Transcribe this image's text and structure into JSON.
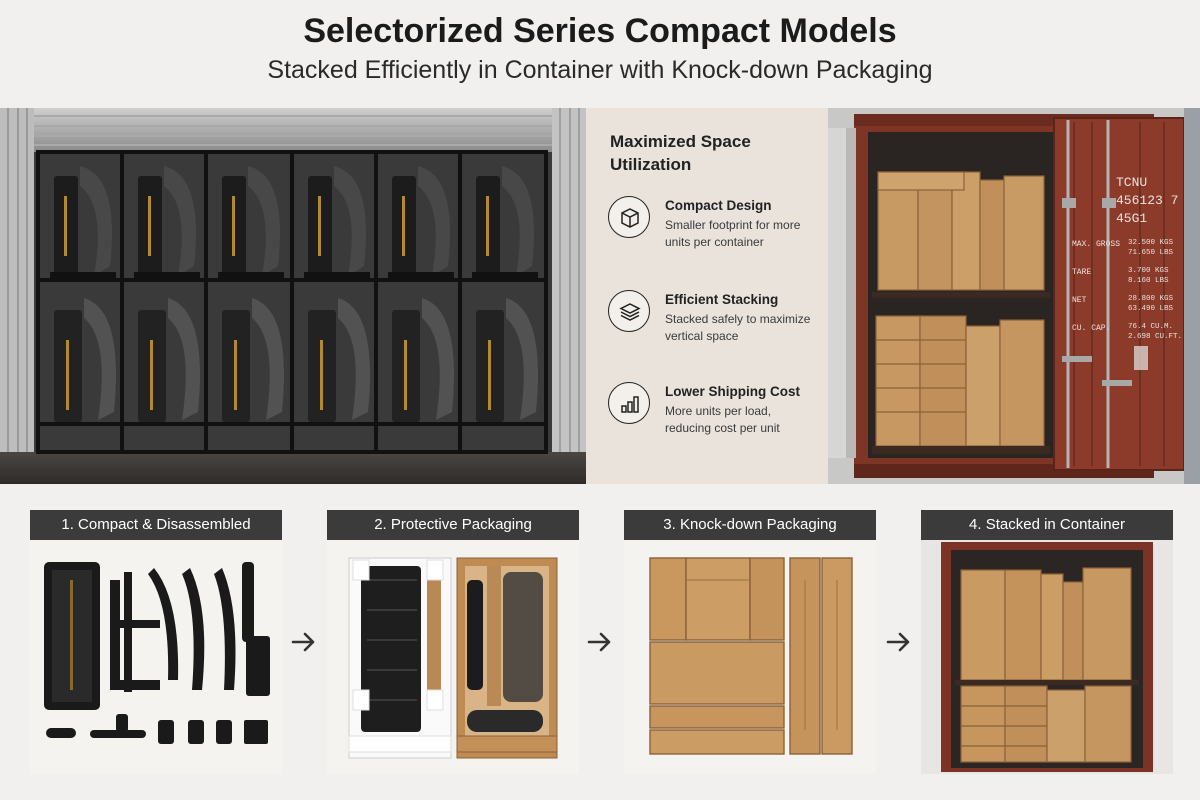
{
  "header": {
    "title": "Selectorized Series Compact Models",
    "subtitle": "Stacked Efficiently in Container with Knock-down Packaging"
  },
  "info_panel": {
    "heading": "Maximized Space Utilization",
    "features": [
      {
        "icon": "cube-icon",
        "title": "Compact Design",
        "description": "Smaller footprint for more units per container"
      },
      {
        "icon": "layers-icon",
        "title": "Efficient Stacking",
        "description": "Stacked safely to maximize vertical space"
      },
      {
        "icon": "bar-chart-icon",
        "title": "Lower Shipping Cost",
        "description": "More units per load, reducing cost per unit"
      }
    ]
  },
  "container_door": {
    "code_line1": "TCNU",
    "code_line2": "456123 7",
    "code_line3": "45G1",
    "specs": [
      {
        "label": "MAX. GROSS",
        "value1": "32.500 KGS",
        "value2": "71.650 LBS"
      },
      {
        "label": "TARE",
        "value1": "3.700 KGS",
        "value2": "8.160 LBS"
      },
      {
        "label": "NET",
        "value1": "28.800 KGS",
        "value2": "63.490 LBS"
      },
      {
        "label": "CU. CAP.",
        "value1": "76.4 CU.M.",
        "value2": "2.698 CU.FT."
      }
    ]
  },
  "steps": [
    {
      "label": "1. Compact & Disassembled"
    },
    {
      "label": "2. Protective Packaging"
    },
    {
      "label": "3. Knock-down Packaging"
    },
    {
      "label": "4. Stacked in Container"
    }
  ],
  "colors": {
    "background": "#f1f0ee",
    "panel": "#e9e3dc",
    "step_label_bg": "#3b3b3b",
    "container_red": "#8a3a2a",
    "cardboard": "#c9965f"
  }
}
